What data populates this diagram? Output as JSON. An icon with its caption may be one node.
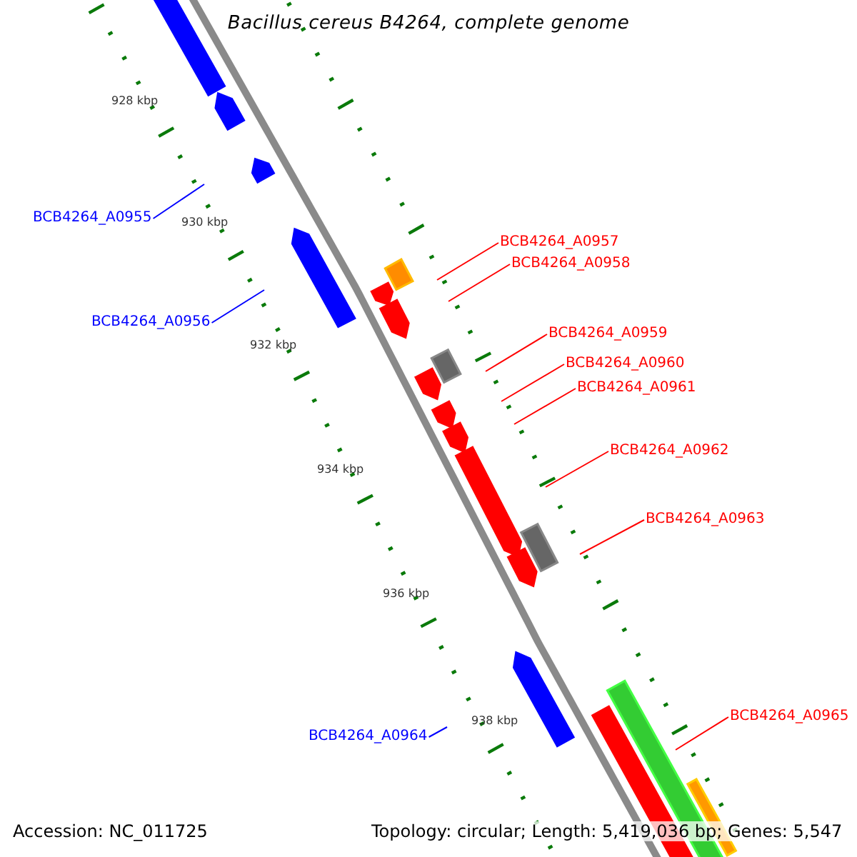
{
  "diagram": {
    "title": "Bacillus cereus B4264, complete genome",
    "nodes": [
      {
        "text": [
          "BCB4264_A0955"
        ]
      },
      {
        "text": [
          "BCB4264_A0957"
        ]
      },
      {
        "text": [
          "BCB4264_A0958"
        ]
      },
      {
        "text": [
          "BCB4264_A0956"
        ]
      },
      {
        "text": [
          "BCB4264_A0959"
        ]
      },
      {
        "text": [
          "BCB4264_A0960"
        ]
      },
      {
        "text": [
          "BCB4264_A0961"
        ]
      },
      {
        "text": [
          "BCB4264_A0962"
        ]
      },
      {
        "text": [
          "BCB4264_A0963"
        ]
      },
      {
        "text": [
          "BCB4264_A0965"
        ]
      },
      {
        "text": [
          "BCB4264_A0964"
        ]
      }
    ],
    "edges": [
      {
        "from": 0,
        "to": null,
        "arrow": "none",
        "color": "#0000ff"
      },
      {
        "from": 1,
        "to": null,
        "arrow": "none"
      },
      {
        "from": 2,
        "to": null,
        "arrow": "none"
      },
      {
        "from": 3,
        "to": null,
        "arrow": "none",
        "color": "#0000ff"
      },
      {
        "from": 4,
        "to": null,
        "arrow": "none"
      },
      {
        "from": 5,
        "to": null,
        "arrow": "none"
      },
      {
        "from": 6,
        "to": null,
        "arrow": "none"
      },
      {
        "from": 7,
        "to": null,
        "arrow": "none"
      },
      {
        "from": 8,
        "to": null,
        "arrow": "none"
      },
      {
        "from": 9,
        "to": null,
        "arrow": "none"
      },
      {
        "from": 10,
        "to": null,
        "arrow": "none",
        "color": "#0000ff"
      }
    ],
    "labels": [
      "928 kbp",
      "930 kbp",
      "932 kbp",
      "934 kbp",
      "936 kbp",
      "938 kbp",
      "Accession: NC_011725",
      "Topology: circular; Length: 5,419,036 bp; Genes: 5,547"
    ]
  }
}
